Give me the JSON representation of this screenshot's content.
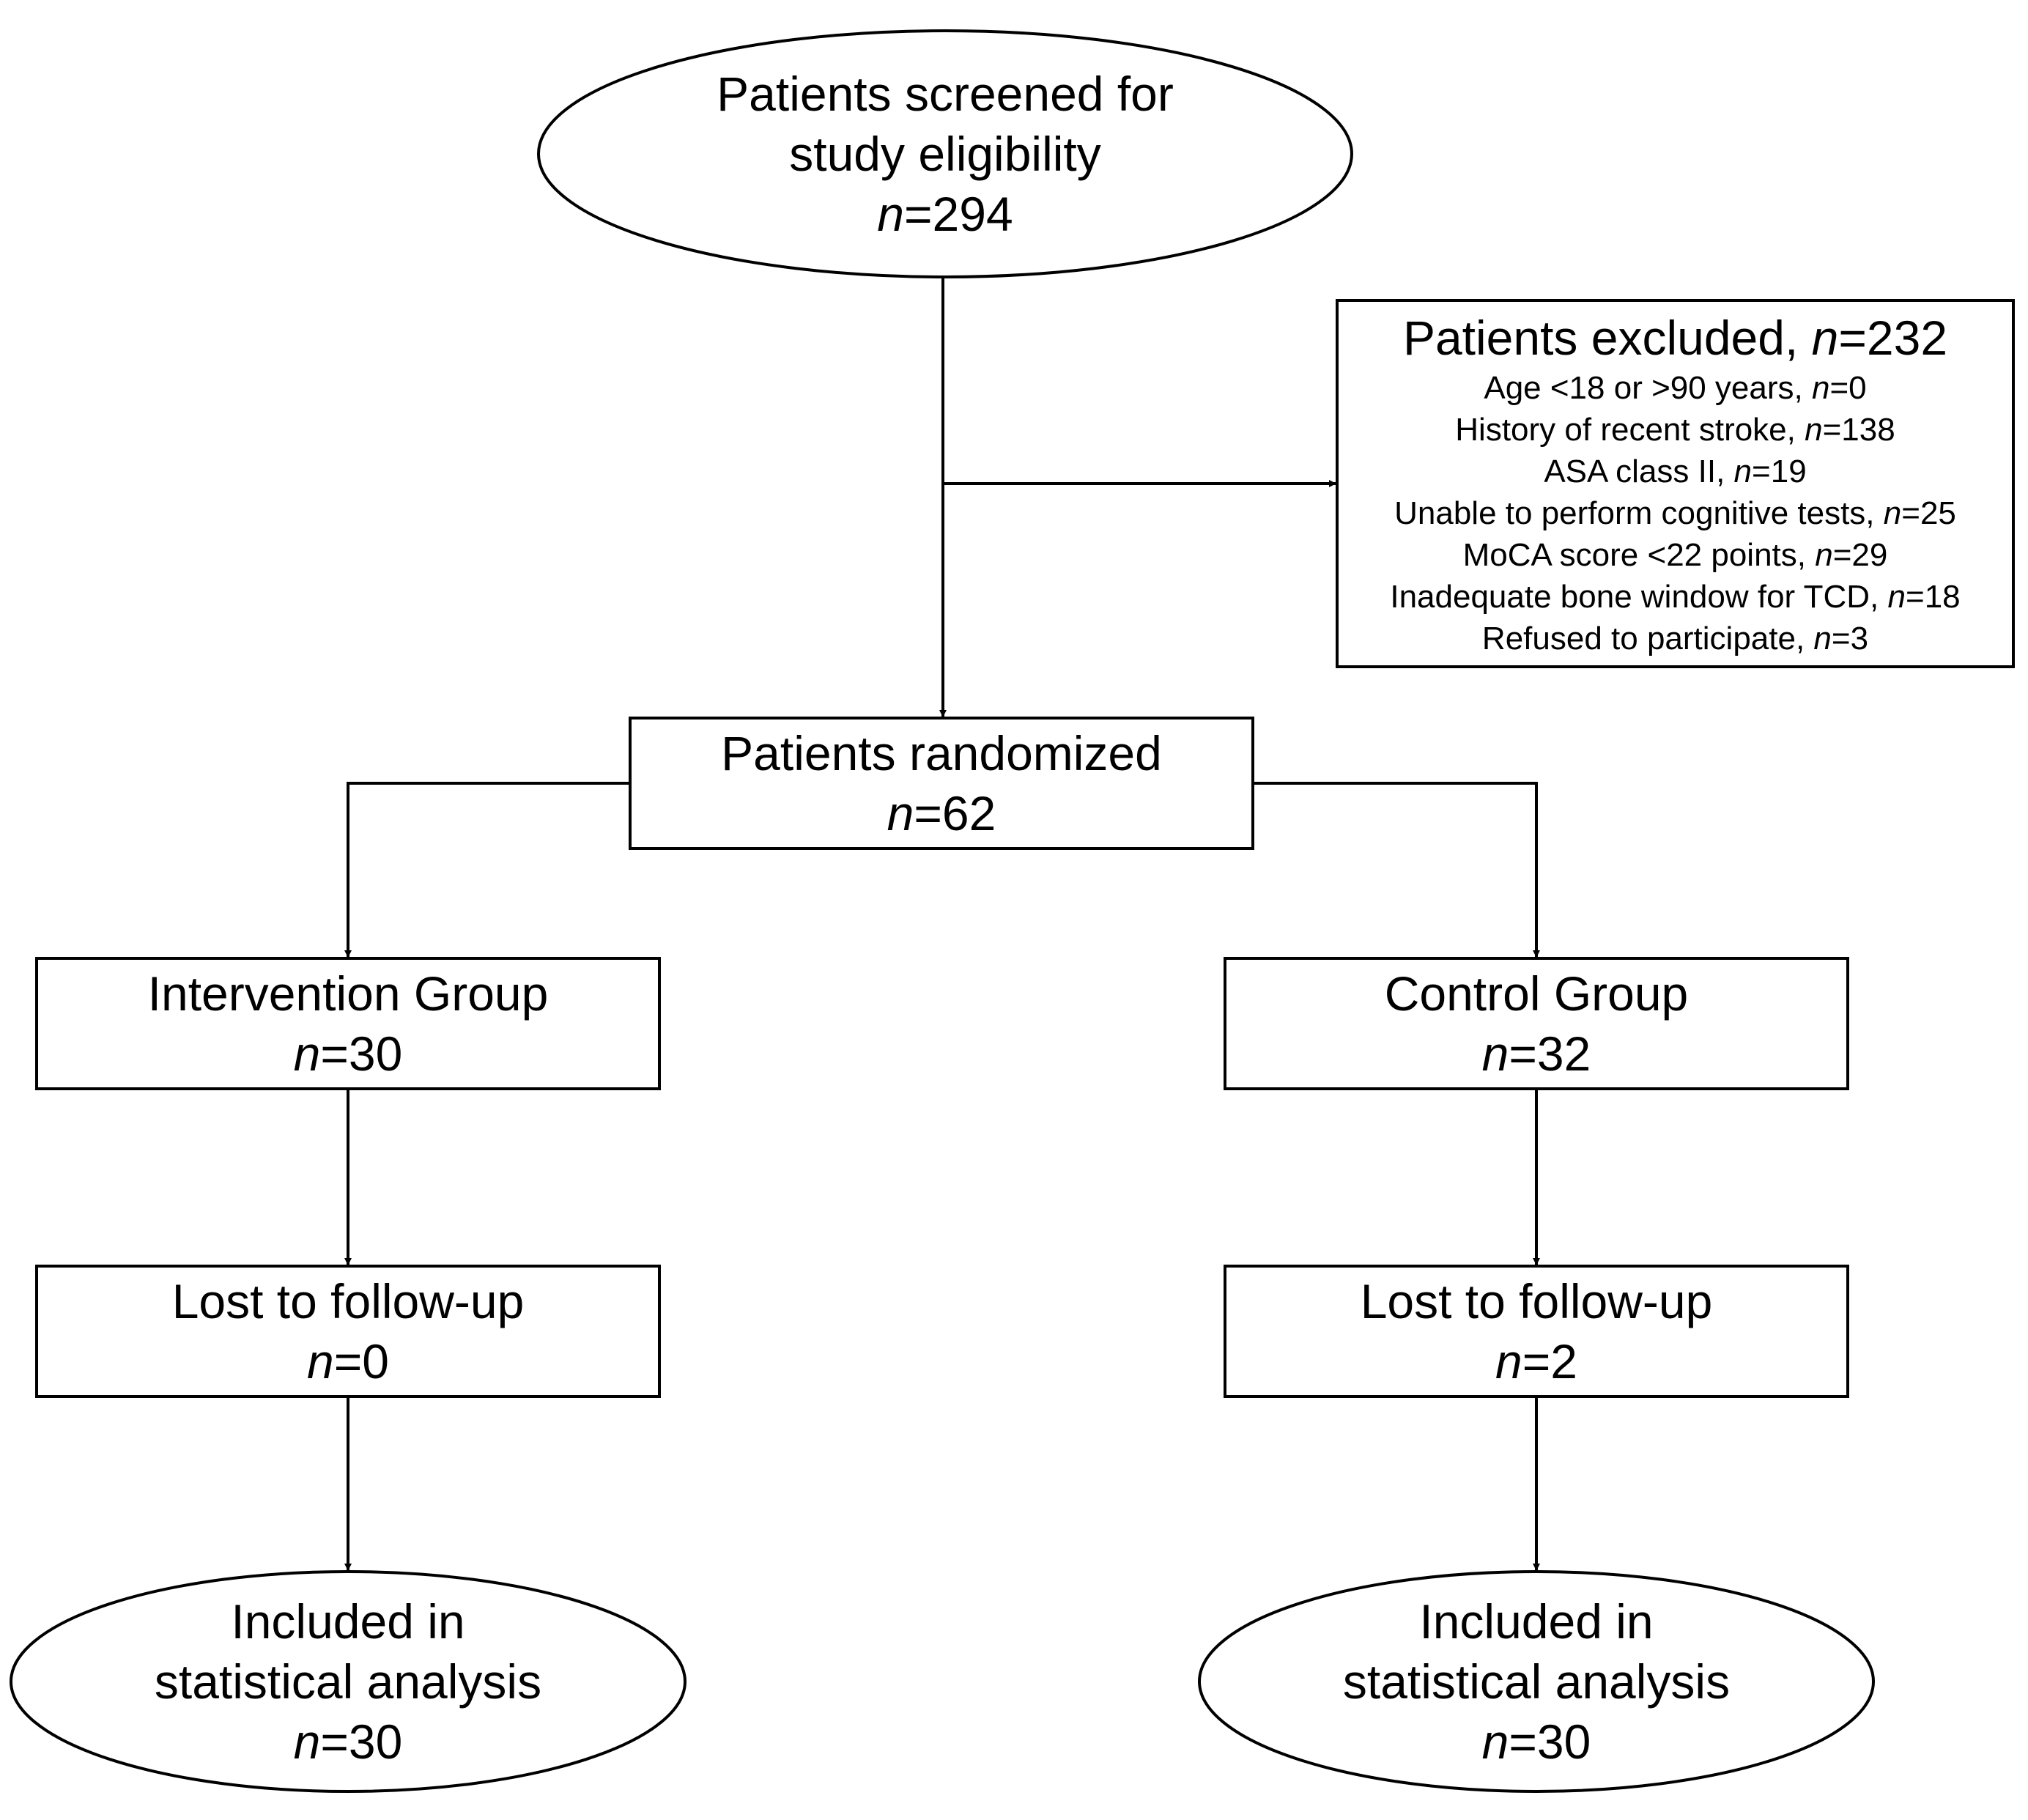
{
  "n_symbol": "n",
  "nodes": {
    "screened": {
      "lines": [
        "Patients screened for",
        "study eligibility"
      ],
      "count": "=294"
    },
    "excluded": {
      "title_text": "Patients excluded, ",
      "title_count": "=232",
      "items": [
        {
          "text": "Age <18 or >90 years, ",
          "count": "=0"
        },
        {
          "text": "History of recent stroke, ",
          "count": "=138"
        },
        {
          "text": "ASA class II, ",
          "count": "=19"
        },
        {
          "text": "Unable to perform cognitive tests, ",
          "count": "=25"
        },
        {
          "text": "MoCA score <22 points, ",
          "count": "=29"
        },
        {
          "text": "Inadequate bone window for TCD, ",
          "count": "=18"
        },
        {
          "text": "Refused to participate, ",
          "count": "=3"
        }
      ]
    },
    "randomized": {
      "lines": [
        "Patients randomized"
      ],
      "count": "=62"
    },
    "intervention": {
      "lines": [
        "Intervention Group"
      ],
      "count": "=30"
    },
    "control": {
      "lines": [
        "Control Group"
      ],
      "count": "=32"
    },
    "lost_intervention": {
      "lines": [
        "Lost to follow-up"
      ],
      "count": "=0"
    },
    "lost_control": {
      "lines": [
        "Lost to follow-up"
      ],
      "count": "=2"
    },
    "analysis_intervention": {
      "lines": [
        "Included in",
        "statistical analysis"
      ],
      "count": "=30"
    },
    "analysis_control": {
      "lines": [
        "Included in",
        "statistical analysis"
      ],
      "count": "=30"
    }
  }
}
